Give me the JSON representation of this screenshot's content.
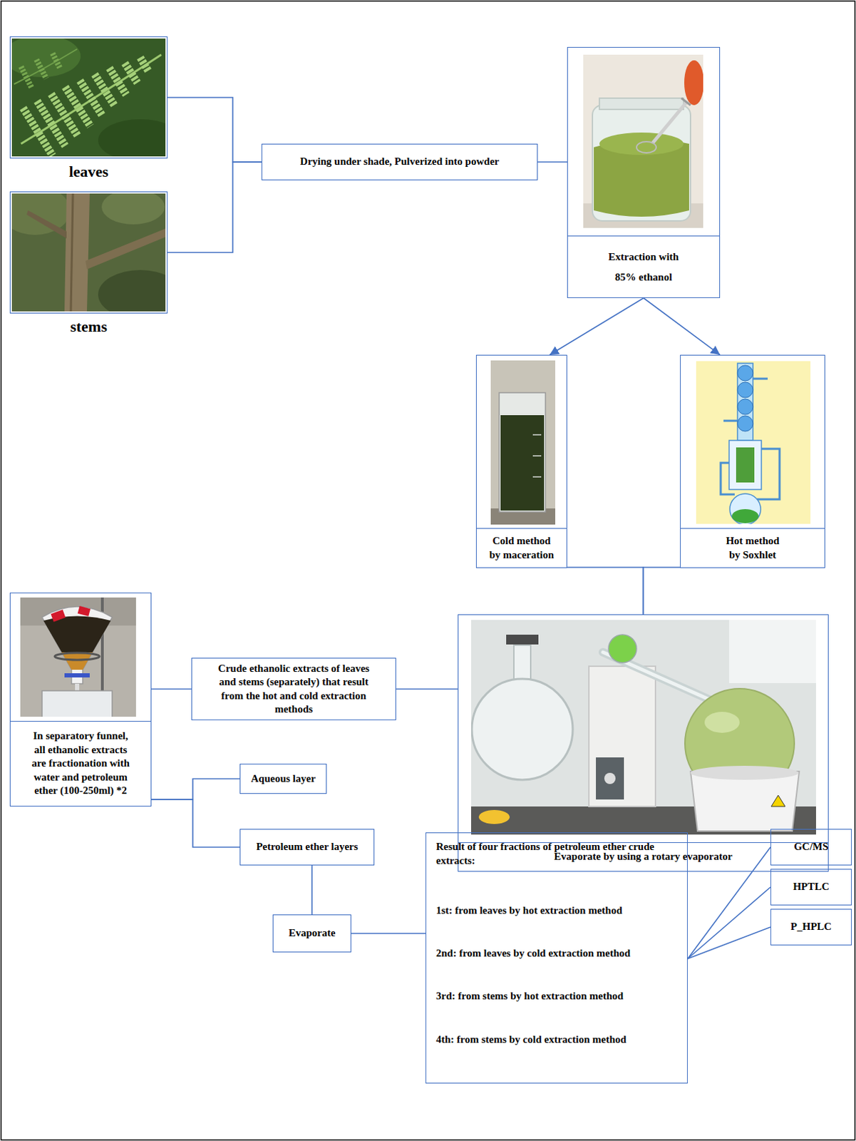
{
  "diagram": {
    "nodes": [
      {
        "text": [
          "leaves"
        ]
      },
      {
        "text": [
          "stems"
        ]
      },
      {
        "text": [
          "Drying under shade, Pulverized into powder"
        ]
      },
      {
        "text": [
          "Extraction with 85% ethanol"
        ]
      },
      {
        "text": [
          "Cold method by maceration"
        ]
      },
      {
        "text": [
          "Hot method by Soxhlet"
        ]
      },
      {
        "text": [
          "Evaporate by using a rotary evaporator"
        ]
      },
      {
        "text": [
          "Crude ethanolic extracts of leaves and stems (separately) that result from the hot and cold extraction methods"
        ]
      },
      {
        "text": [
          "In separatory funnel, all ethanolic extracts are fractionation with water and petroleum ether (100-250ml) *2"
        ]
      },
      {
        "text": [
          "Aqueous layer"
        ]
      },
      {
        "text": [
          "Petroleum ether layers"
        ]
      },
      {
        "text": [
          "Evaporate"
        ]
      },
      {
        "text": [
          "Result of four fractions of petroleum ether crude extracts:",
          "1st: from leaves by hot extraction method",
          "2nd: from leaves by cold extraction method",
          "3rd: from stems by hot extraction method",
          "4th: from stems by cold extraction method"
        ]
      },
      {
        "text": [
          "GC/MS"
        ]
      },
      {
        "text": [
          "HPTLC"
        ]
      },
      {
        "text": [
          "P_HPLC"
        ]
      }
    ],
    "edges": [
      {
        "from": 0,
        "to": 2,
        "arrow": "none"
      },
      {
        "from": 1,
        "to": 2,
        "arrow": "none"
      },
      {
        "from": 2,
        "to": 3,
        "arrow": "none"
      },
      {
        "from": 3,
        "to": 4,
        "arrow": "to"
      },
      {
        "from": 3,
        "to": 5,
        "arrow": "to"
      },
      {
        "from": 4,
        "to": 6,
        "arrow": "none"
      },
      {
        "from": 5,
        "to": 6,
        "arrow": "none"
      },
      {
        "from": 6,
        "to": 7,
        "arrow": "none"
      },
      {
        "from": 7,
        "to": 8,
        "arrow": "none"
      },
      {
        "from": 8,
        "to": 9,
        "arrow": "none"
      },
      {
        "from": 8,
        "to": 10,
        "arrow": "none"
      },
      {
        "from": 10,
        "to": 11,
        "arrow": "none"
      },
      {
        "from": 11,
        "to": 12,
        "arrow": "none"
      },
      {
        "from": 12,
        "to": 13,
        "arrow": "none"
      },
      {
        "from": 12,
        "to": 14,
        "arrow": "none"
      },
      {
        "from": 12,
        "to": 15,
        "arrow": "none"
      }
    ]
  }
}
